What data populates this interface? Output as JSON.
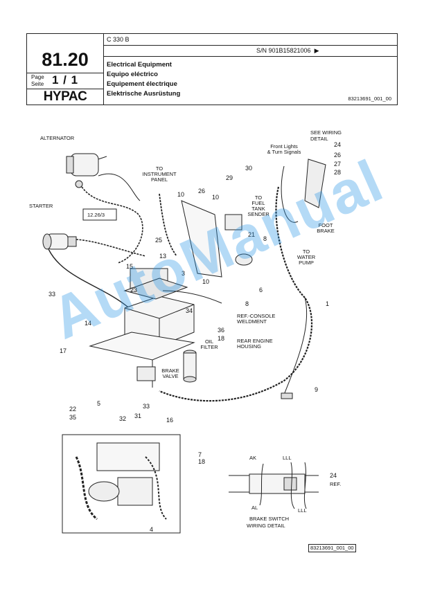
{
  "header": {
    "section_number": "81.20",
    "model": "C 330 B",
    "serial": "S/N 901B15821006",
    "page_label_en": "Page",
    "page_label_de": "Seite",
    "page_number": "1 / 1",
    "brand": "HYPAC",
    "titles": [
      "Electrical Equipment",
      "Equipo eléctrico",
      "Equipement électrique",
      "Elektrische Ausrüstung"
    ],
    "doc_ref": "83213691_001_00"
  },
  "diagram": {
    "labels": {
      "alternator": "ALTERNATOR",
      "starter": "STARTER",
      "ref_12_26": "12.26/3",
      "to_instrument_panel": [
        "TO",
        "INSTRUMENT",
        "PANEL"
      ],
      "to_fuel_tank": [
        "TO",
        "FUEL",
        "TANK",
        "SENDER"
      ],
      "to_water_pump": [
        "TO",
        "WATER",
        "PUMP"
      ],
      "see_wiring": [
        "SEE WIRING",
        "DETAIL"
      ],
      "front_lights": [
        "Front Lights",
        "& Turn Signals"
      ],
      "foot_brake": [
        "FOOT",
        "BRAKE"
      ],
      "ref_console": [
        "REF.-CONSOLE",
        "WELDMENT"
      ],
      "rear_engine": [
        "REAR ENGINE",
        "HOUSING"
      ],
      "oil_filter": [
        "OIL",
        "FILTER"
      ],
      "brake_valve": [
        "BRAKE",
        "VALVE"
      ],
      "ak": "AK",
      "al": "AL",
      "lll_top": "LLL",
      "lll_bottom": "LLL",
      "ref": "REF.",
      "brake_switch": [
        "BRAKE SWITCH",
        "WIRING DETAIL"
      ]
    },
    "callouts": {
      "c1": "1",
      "c3": "3",
      "c4": "4",
      "c5": "5",
      "c6": "6",
      "c7": "7",
      "c8a": "8",
      "c8b": "8",
      "c9": "9",
      "c10a": "10",
      "c10b": "10",
      "c10c": "10",
      "c13": "13",
      "c14": "14",
      "c15": "15",
      "c16": "16",
      "c17": "17",
      "c18a": "18",
      "c18b": "18",
      "c21": "21",
      "c22": "22",
      "c23": "23",
      "c24a": "24",
      "c24b": "24",
      "c25": "25",
      "c26a": "26",
      "c26b": "26",
      "c27": "27",
      "c28": "28",
      "c29": "29",
      "c30": "30",
      "c31": "31",
      "c32": "32",
      "c33a": "33",
      "c33b": "33",
      "c34": "34",
      "c35": "35",
      "c36": "36"
    }
  },
  "footer": {
    "doc_ref": "83213691_001_00"
  },
  "watermark": "AutoManual"
}
